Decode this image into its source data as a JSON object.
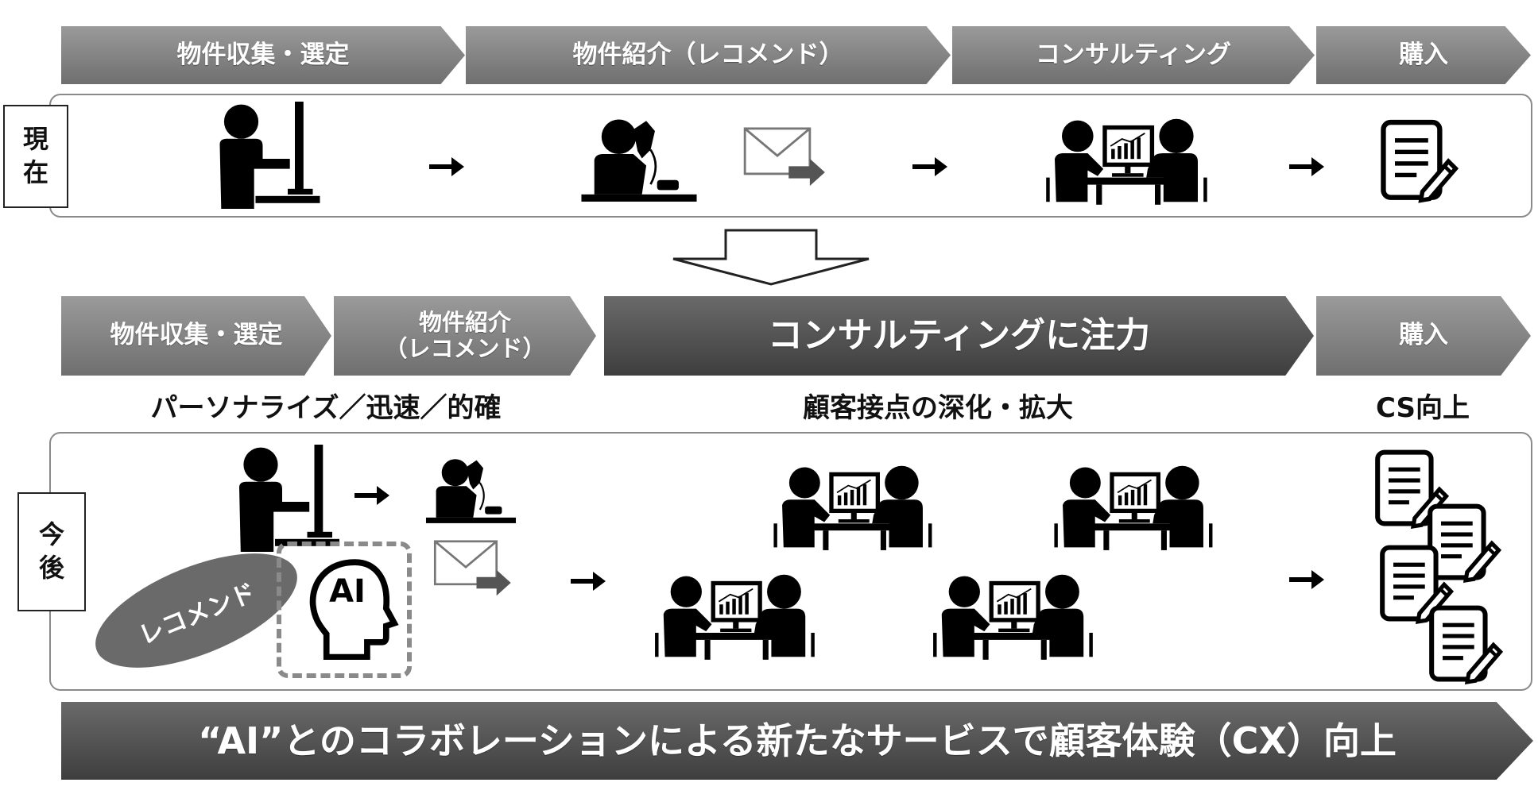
{
  "current": {
    "label": "現\n在",
    "steps": [
      "物件収集・選定",
      "物件紹介（レコメンド）",
      "コンサルティング",
      "購入"
    ]
  },
  "future": {
    "label": "今\n後",
    "steps": [
      "物件収集・選定",
      "物件紹介\n（レコメンド）",
      "コンサルティングに注力",
      "購入"
    ],
    "subtitles": [
      "パーソナライズ／迅速／的確",
      "顧客接点の深化・拡大",
      "CS向上"
    ],
    "recommend_label": "レコメンド",
    "ai_label": "AI"
  },
  "banner": "“AI”とのコラボレーションによる新たなサービスで顧客体験（CX）向上",
  "colors": {
    "light_chevron": "#808080",
    "dark_chevron": "#4f4f4f",
    "panel_border": "#8a8a8a"
  }
}
